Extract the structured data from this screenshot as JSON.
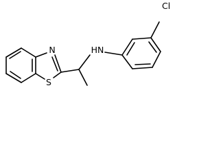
{
  "molecule": {
    "atoms": {
      "nitrogen_thiazole": "N",
      "sulfur": "S",
      "amine": "HN",
      "chlorine": "Cl"
    }
  }
}
